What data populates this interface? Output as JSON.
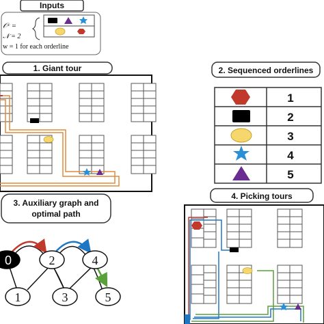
{
  "inputs": {
    "title": "Inputs",
    "line1": "𝒪ᶜ =",
    "line2": "𝒩   =  2",
    "line3": "w   =  1 for each orderline",
    "group1_icons": [
      "black-rectangle",
      "purple-triangle",
      "blue-star"
    ],
    "group2_icons": [
      "yellow-ellipse",
      "red-hexagon"
    ]
  },
  "panels": {
    "giant_tour": "1. Giant tour",
    "sequenced": "2. Sequenced orderlines",
    "auxiliary": [
      "3. Auxiliary graph and",
      "optimal path"
    ],
    "picking": "4. Picking tours"
  },
  "sequence_table": [
    {
      "icon": "red-hexagon",
      "number": "1"
    },
    {
      "icon": "black-rectangle",
      "number": "2"
    },
    {
      "icon": "yellow-ellipse",
      "number": "3"
    },
    {
      "icon": "blue-star",
      "number": "4"
    },
    {
      "icon": "purple-triangle",
      "number": "5"
    }
  ],
  "graph": {
    "nodes": [
      "0",
      "2",
      "4",
      "1",
      "3",
      "5"
    ]
  },
  "colors": {
    "red": "#c0392b",
    "blue": "#1f77c4",
    "green": "#5aa13a",
    "orange": "#e08a3c",
    "purple": "#6a2c91",
    "yellow": "#f5d76e",
    "star": "#2a8fd6"
  }
}
